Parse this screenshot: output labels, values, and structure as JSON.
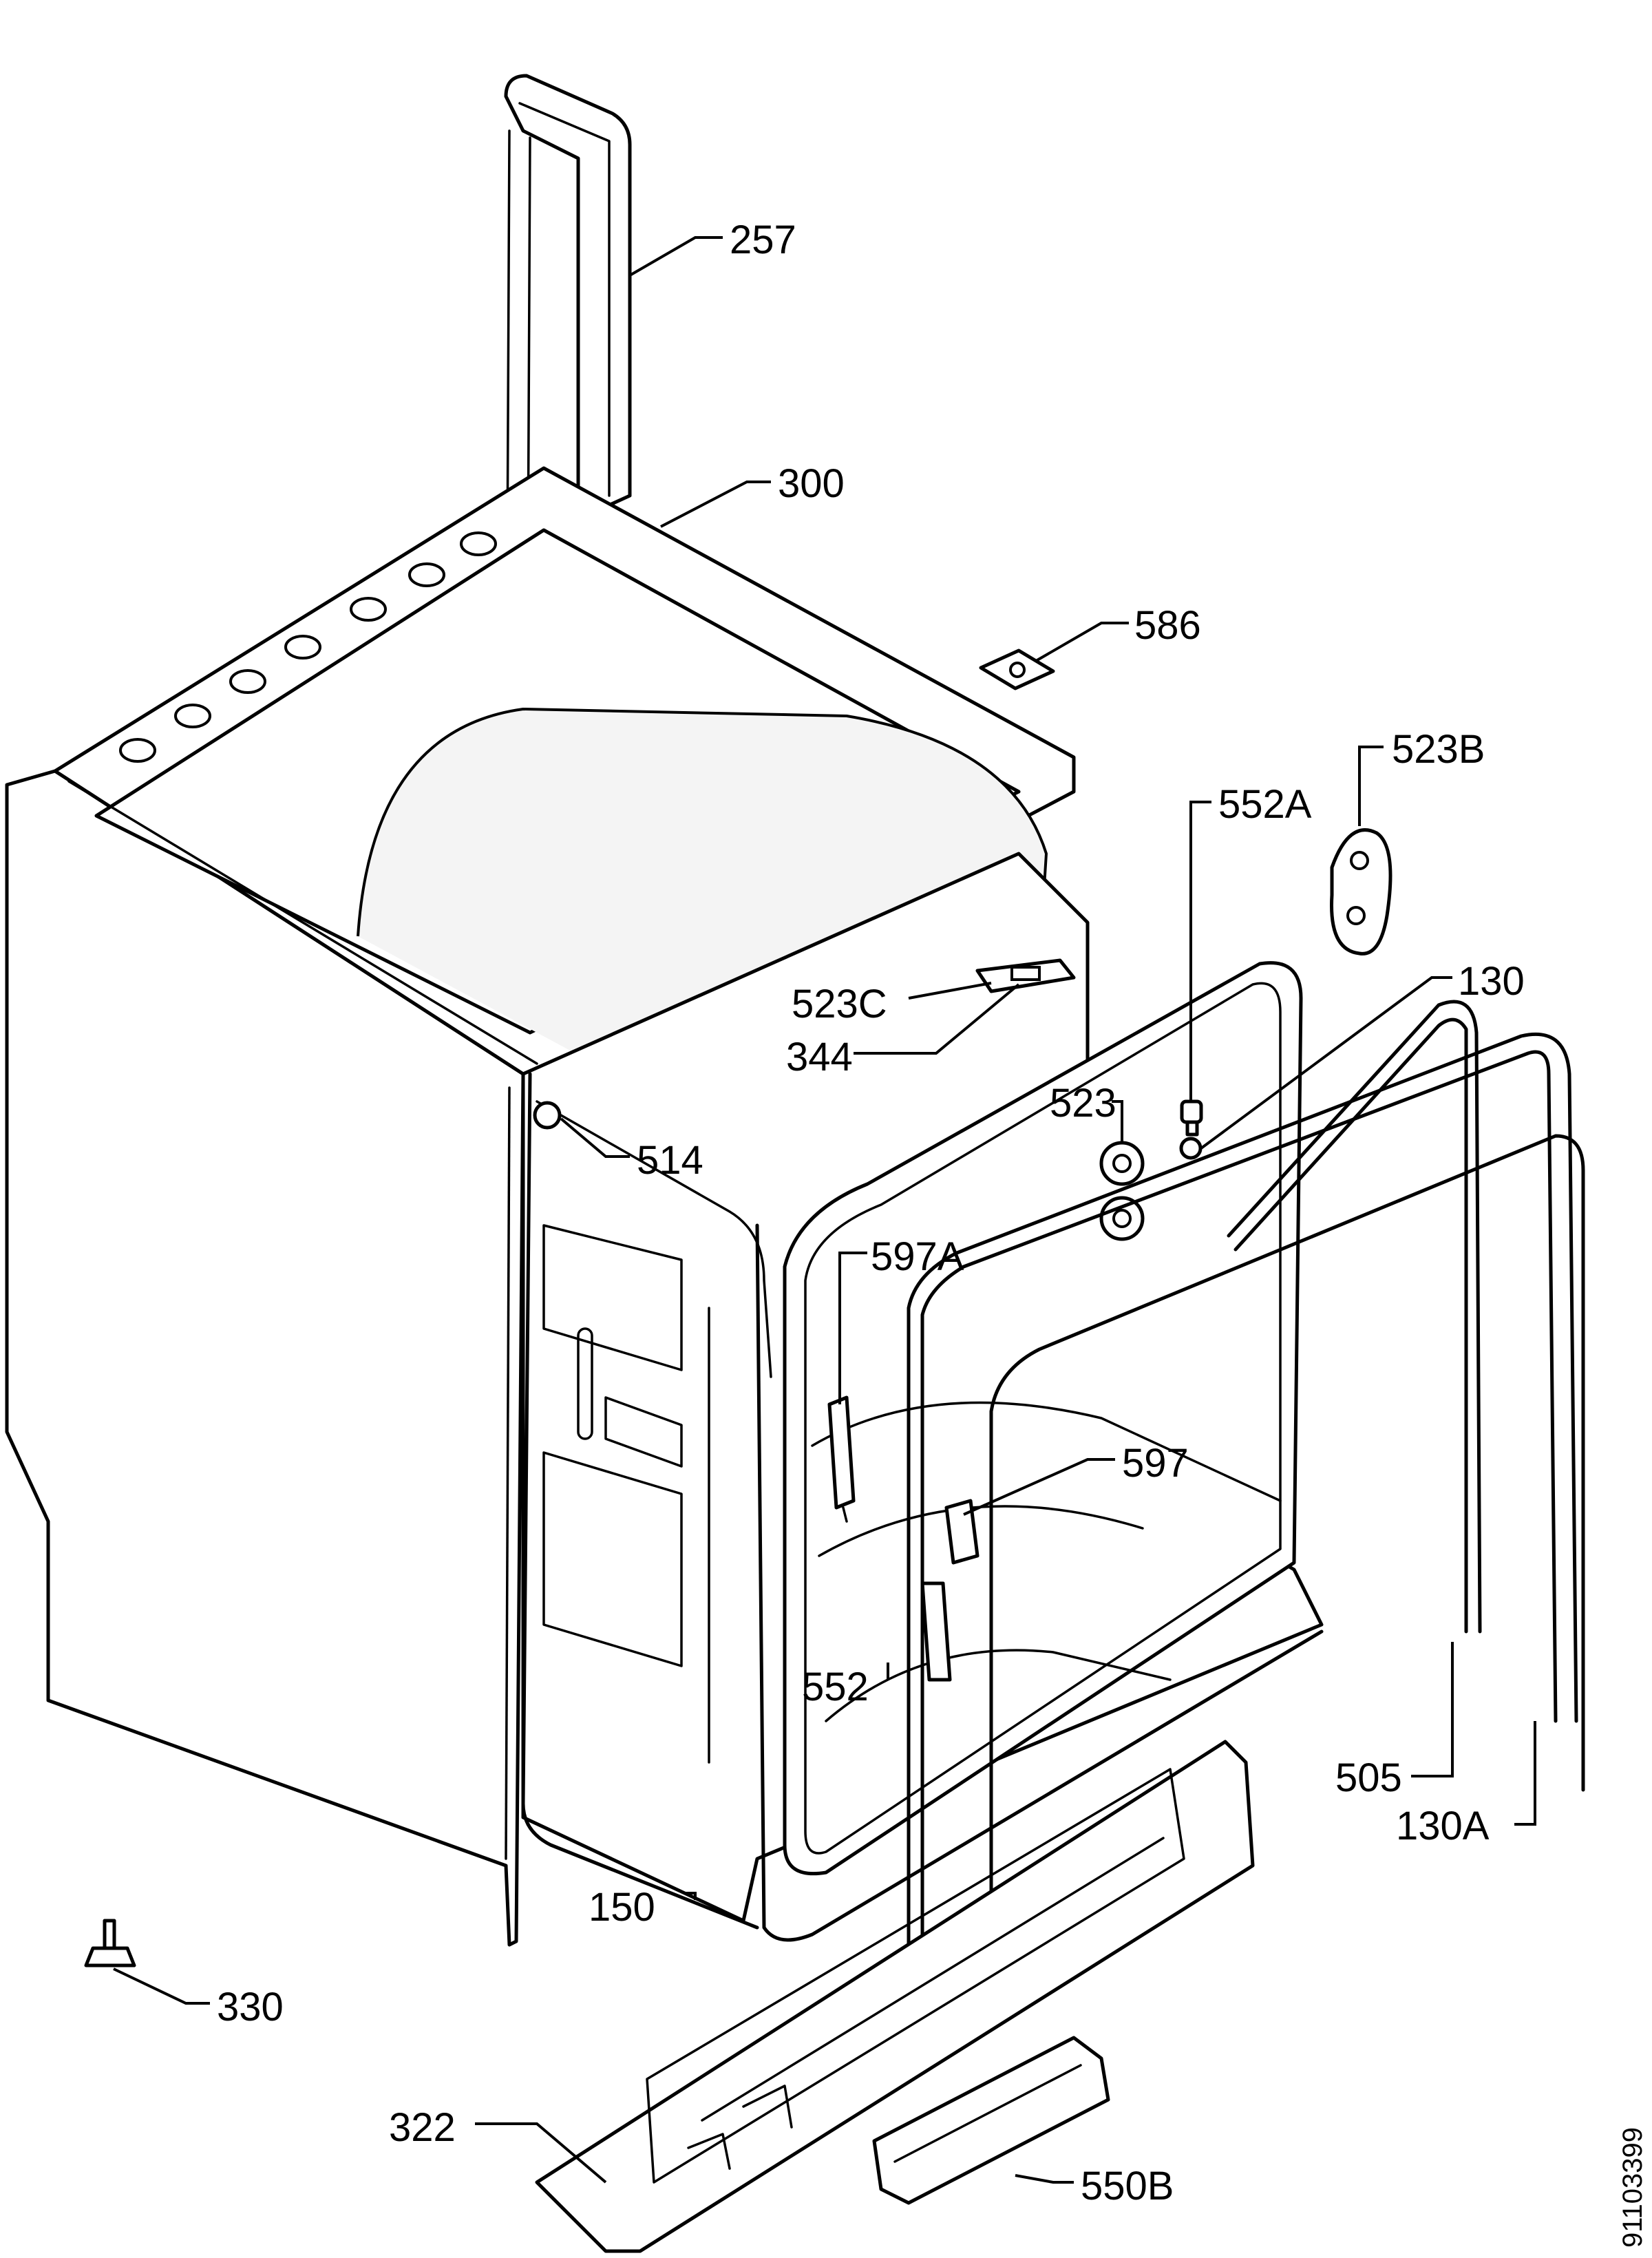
{
  "drawing_number": "91103399",
  "parts": [
    {
      "id": "257",
      "label": "257"
    },
    {
      "id": "300",
      "label": "300"
    },
    {
      "id": "586",
      "label": "586"
    },
    {
      "id": "523B",
      "label": "523B"
    },
    {
      "id": "552A",
      "label": "552A"
    },
    {
      "id": "130",
      "label": "130"
    },
    {
      "id": "523C",
      "label": "523C"
    },
    {
      "id": "344",
      "label": "344"
    },
    {
      "id": "523",
      "label": "523"
    },
    {
      "id": "514",
      "label": "514"
    },
    {
      "id": "597A",
      "label": "597A"
    },
    {
      "id": "597",
      "label": "597"
    },
    {
      "id": "552",
      "label": "552"
    },
    {
      "id": "505",
      "label": "505"
    },
    {
      "id": "130A",
      "label": "130A"
    },
    {
      "id": "150",
      "label": "150"
    },
    {
      "id": "330",
      "label": "330"
    },
    {
      "id": "322",
      "label": "322"
    },
    {
      "id": "550B",
      "label": "550B"
    }
  ]
}
